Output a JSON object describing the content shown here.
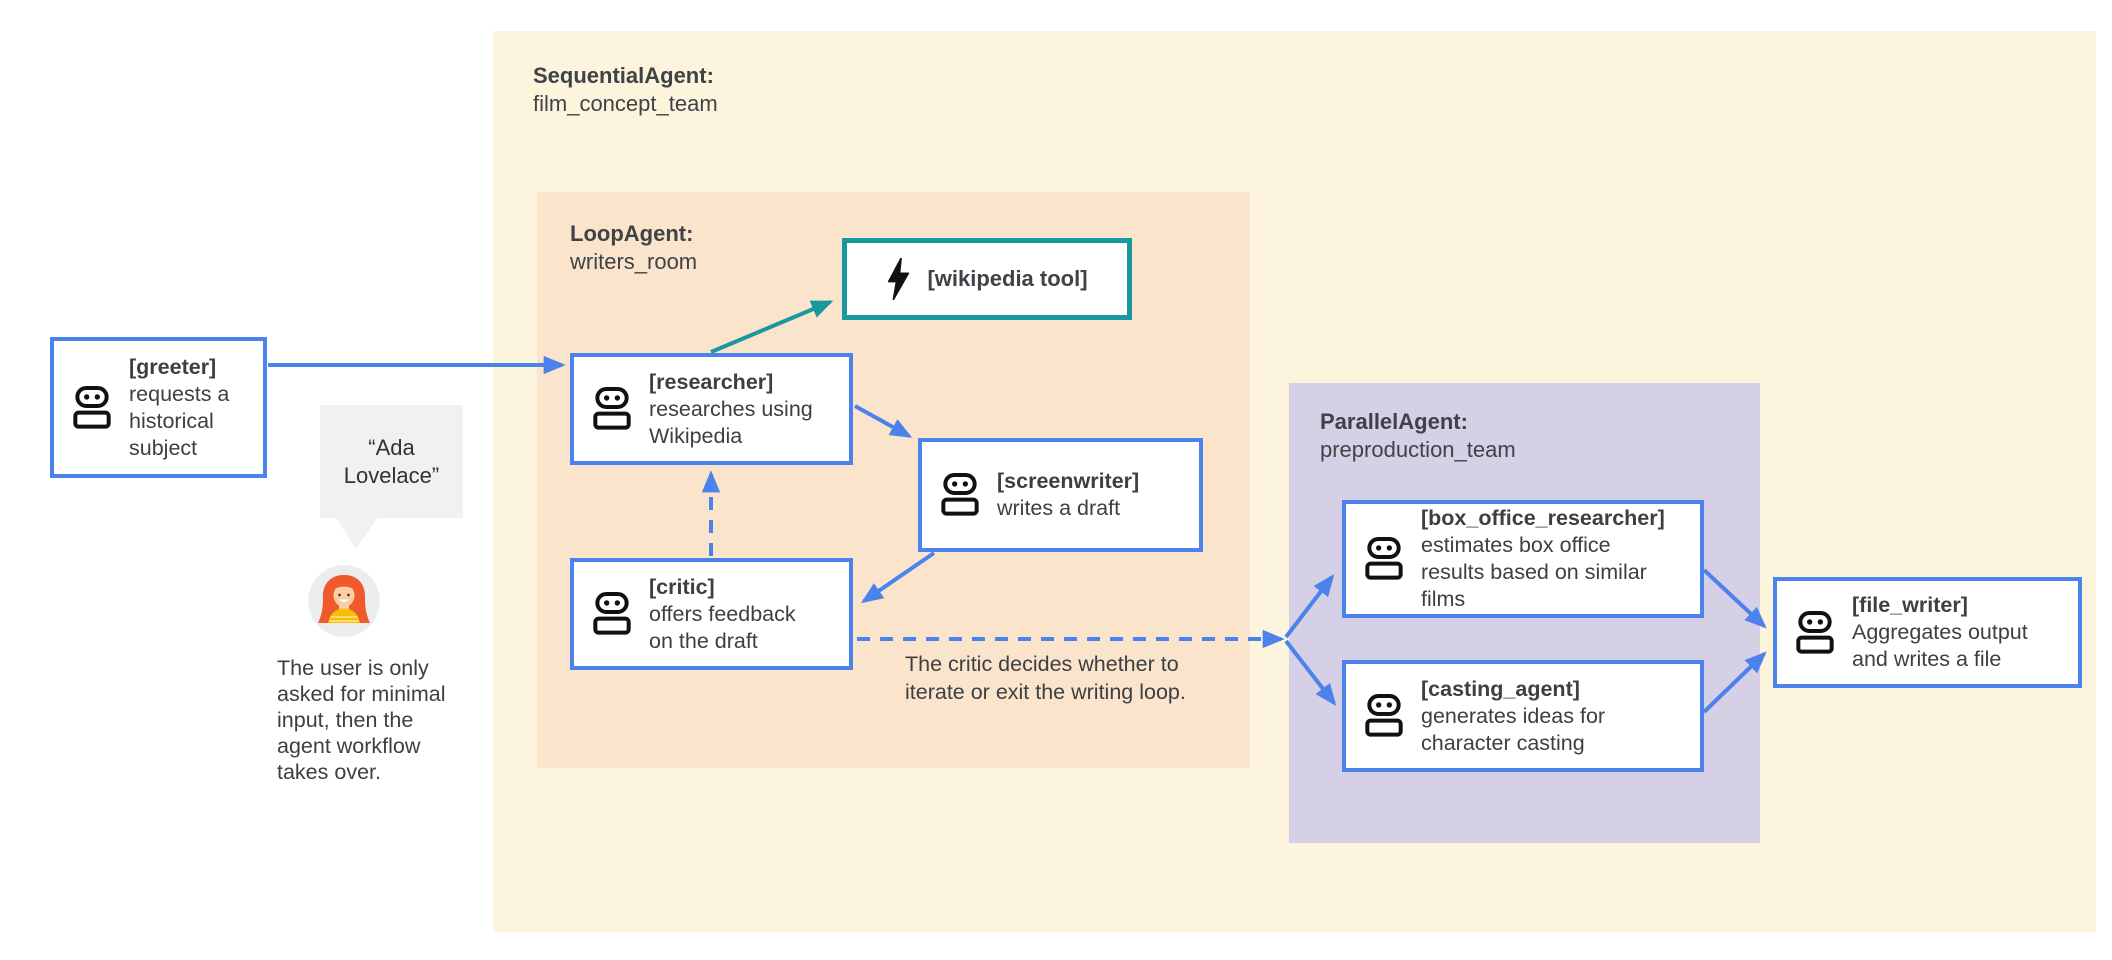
{
  "diagram": {
    "outer_region": {
      "title": "SequentialAgent:",
      "name": "film_concept_team"
    },
    "loop_region": {
      "title": "LoopAgent:",
      "name": "writers_room"
    },
    "parallel_region": {
      "title": "ParallelAgent:",
      "name": "preproduction_team"
    },
    "nodes": {
      "greeter": {
        "title": "[greeter]",
        "desc": [
          "requests a",
          "historical",
          "subject"
        ]
      },
      "wikipedia_tool": {
        "title": "[wikipedia tool]"
      },
      "researcher": {
        "title": "[researcher]",
        "desc": [
          "researches using",
          "Wikipedia"
        ]
      },
      "screenwriter": {
        "title": "[screenwriter]",
        "desc": [
          "writes a draft"
        ]
      },
      "critic": {
        "title": "[critic]",
        "desc": [
          "offers feedback",
          "on the draft"
        ]
      },
      "box_office_researcher": {
        "title": "[box_office_researcher]",
        "desc": [
          "estimates box office",
          "results based on similar",
          "films"
        ]
      },
      "casting_agent": {
        "title": "[casting_agent]",
        "desc": [
          "generates ideas for",
          "character casting"
        ]
      },
      "file_writer": {
        "title": "[file_writer]",
        "desc": [
          "Aggregates output",
          "and writes a file"
        ]
      }
    },
    "annotations": {
      "user_quote": "“Ada Lovelace”",
      "user_note": [
        "The user is only",
        "asked for minimal",
        "input, then the",
        "agent workflow",
        "takes over."
      ],
      "critic_note": [
        "The critic decides whether to",
        "iterate or exit the writing loop."
      ]
    },
    "colors": {
      "outer_bg": "#FDF4DD",
      "loop_bg": "#FBE4CC",
      "parallel_bg": "#D5D0E6",
      "agent_border": "#4B82EC",
      "tool_border": "#18989F",
      "arrow_blue": "#4B82EC",
      "arrow_teal": "#18989F",
      "bubble_bg": "#F1F1F2",
      "text": "#3C4043",
      "icon": "#111111"
    }
  }
}
